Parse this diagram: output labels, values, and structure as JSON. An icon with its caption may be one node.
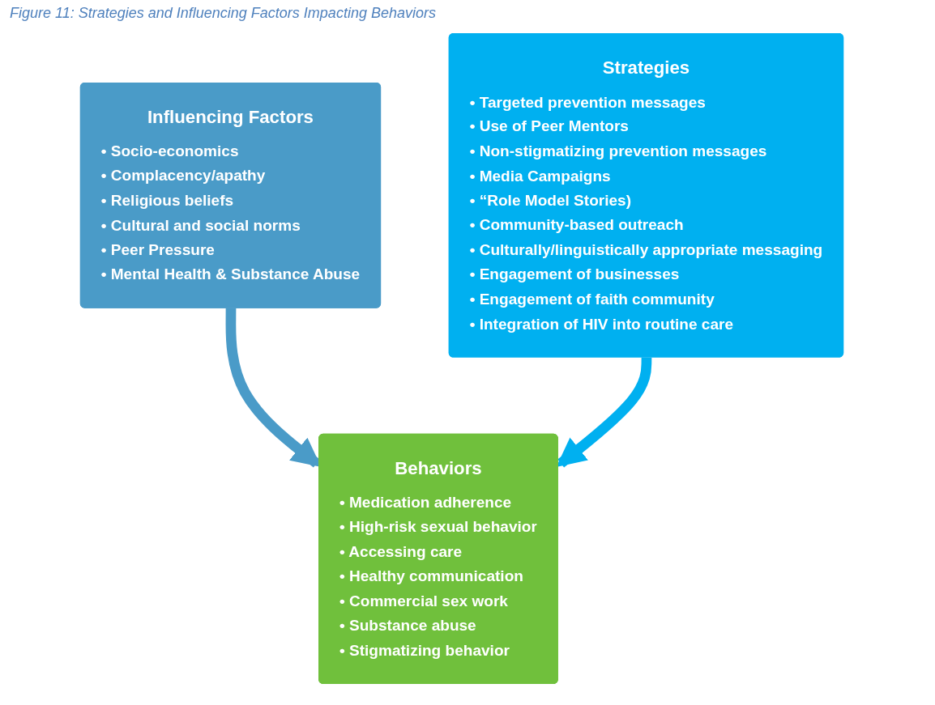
{
  "diagram": {
    "title": "Figure 11: Strategies and Influencing Factors Impacting Behaviors",
    "nodes": [
      {
        "text": [
          "Influencing Factors",
          "• Socio-economics",
          "• Complacency/apathy",
          "• Religious beliefs",
          "• Cultural and social norms",
          "• Peer Pressure",
          "• Mental Health & Substance Abuse"
        ]
      },
      {
        "text": [
          "Strategies",
          "• Targeted prevention messages",
          "• Use of Peer Mentors",
          "• Non-stigmatizing prevention messages",
          "• Media Campaigns",
          "• “Role Model Stories)",
          "• Community-based outreach",
          "• Culturally/linguistically appropriate messaging",
          "• Engagement of businesses",
          "• Engagement of faith community",
          "• Integration of HIV into routine care"
        ]
      },
      {
        "text": [
          "Behaviors",
          "• Medication adherence",
          "• High-risk sexual behavior",
          "• Accessing care",
          "• Healthy communication",
          "• Commercial sex work",
          "• Substance abuse",
          "• Stigmatizing behavior"
        ]
      }
    ],
    "edges": [
      {
        "from": 0,
        "to": 2,
        "arrow": "to",
        "color": "#4a9bc8"
      },
      {
        "from": 1,
        "to": 2,
        "arrow": "to",
        "color": "#00b0f0"
      }
    ]
  }
}
